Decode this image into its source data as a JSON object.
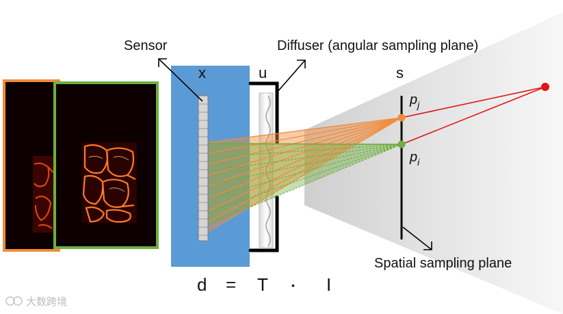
{
  "labels": {
    "sensor": "Sensor",
    "diffuser": "Diffuser (angular sampling plane)",
    "spatial_plane": "Spatial sampling plane",
    "x": "x",
    "u": "u",
    "s": "s",
    "pj_base": "p",
    "pj_sub": "j",
    "pi_base": "p",
    "pi_sub": "i"
  },
  "equation": {
    "d": "d",
    "eq": "=",
    "T": "T",
    "dot": "•",
    "I": "I"
  },
  "watermark": {
    "text": "大数跨境"
  },
  "colors": {
    "sensor_block": "#5b9bd5",
    "frame_orange": "#f08c3c",
    "frame_green": "#6fae3f",
    "ray_red": "#e01515",
    "ray_orange": "#f08c3c",
    "ray_green": "#6fae3f",
    "diffuser_frame": "#000000",
    "cone": "#e3e3e3"
  }
}
